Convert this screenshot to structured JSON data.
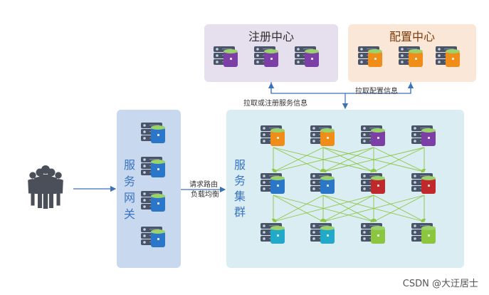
{
  "registry": {
    "title": "注册中心"
  },
  "config": {
    "title": "配置中心"
  },
  "gateway": {
    "title_chars": [
      "服",
      "务",
      "网",
      "关"
    ]
  },
  "cluster": {
    "title_chars": [
      "服",
      "务",
      "集",
      "群"
    ]
  },
  "labels": {
    "pull_or_register": "拉取或注册服务信息",
    "pull_config": "拉取配置信息",
    "route_line1": "请求路由",
    "route_line2": "负载均衡"
  },
  "watermark": "CSDN @大迂居士",
  "colors": {
    "registry_bg": "#e6e0ee",
    "config_bg": "#fbe7d8",
    "cluster_bg": "#daedf3",
    "gateway_bg": "#c8d8ef",
    "registry_title": "#2f2f2f",
    "config_title": "#7a3b0a",
    "blue_text": "#3b74c3",
    "arrow": "#3d72b8",
    "mesh": "#8cc63f",
    "server_dark": "#4a5468"
  },
  "icons": {
    "people": "people-group-icon",
    "server": "server-db-icon"
  },
  "db_colors": {
    "registry": [
      "#7b3fa6",
      "#7b3fa6",
      "#7b3fa6"
    ],
    "config": [
      "#f08c18",
      "#f08c18",
      "#f08c18"
    ],
    "gateway": [
      "#2a77c9",
      "#2a77c9",
      "#2a77c9",
      "#2a77c9"
    ],
    "cluster_row1": [
      "#f08c18",
      "#f08c18",
      "#7b3fa6",
      "#7b3fa6"
    ],
    "cluster_row2": [
      "#2a77c9",
      "#2a77c9",
      "#c0282c",
      "#c0282c"
    ],
    "cluster_row3": [
      "#22a8c9",
      "#22a8c9",
      "#8cc63f",
      "#8cc63f"
    ]
  }
}
